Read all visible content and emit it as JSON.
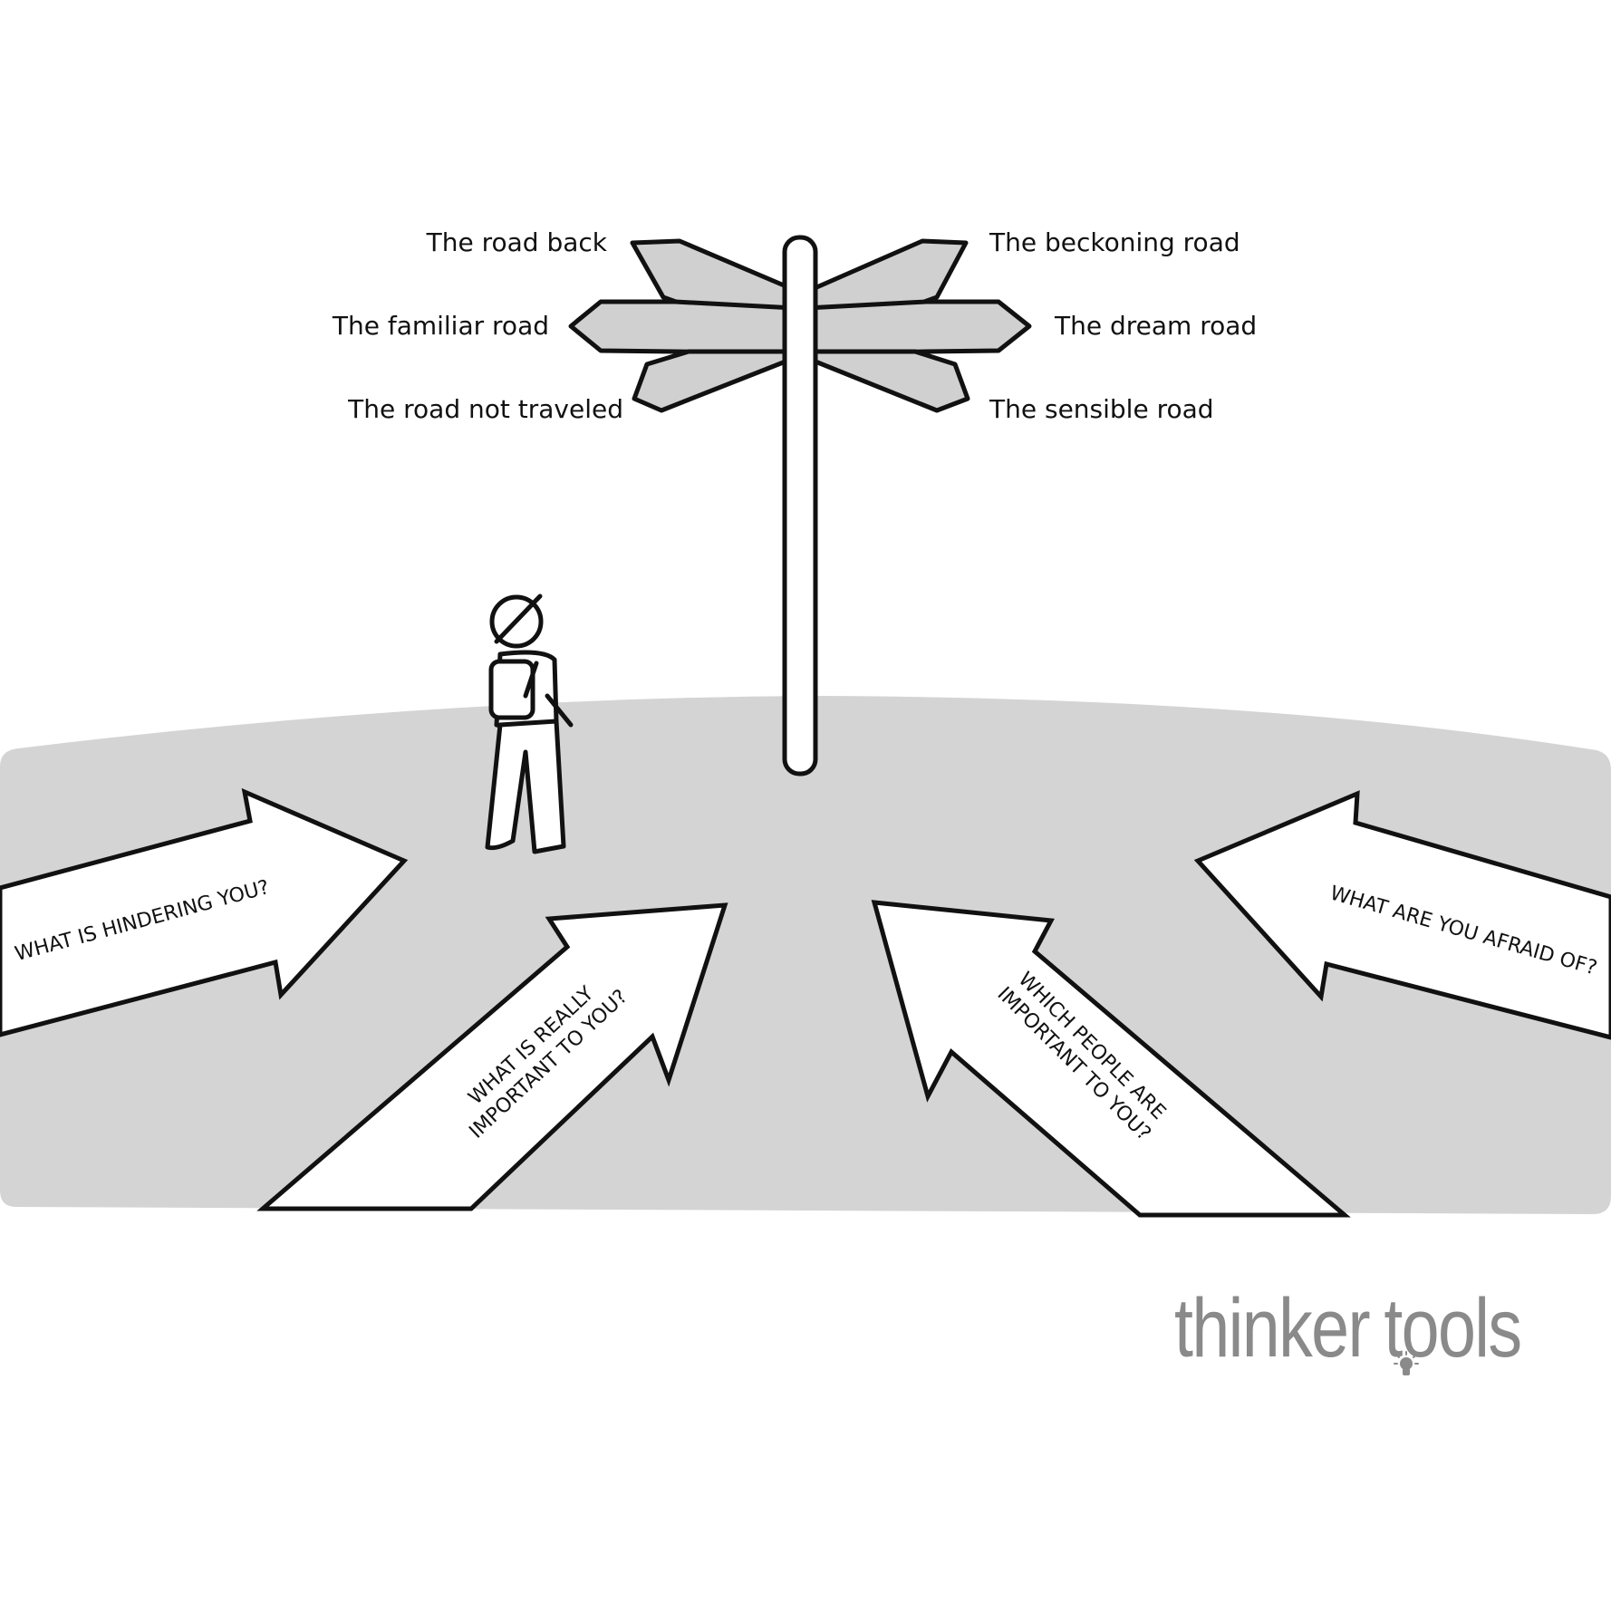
{
  "colors": {
    "ground": "#d4d4d4",
    "sign_fill": "#d0d0d0",
    "outline": "#111111",
    "arrow_fill": "#ffffff",
    "logo": "#8a8a8a"
  },
  "signs": {
    "road_back": "The road back",
    "familiar_road": "The familiar road",
    "road_not_traveled": "The road not traveled",
    "beckoning_road": "The beckoning road",
    "dream_road": "The dream road",
    "sensible_road": "The sensible road"
  },
  "arrows": {
    "hindering": "WHAT IS HINDERING YOU?",
    "important_line1": "WHAT IS REALLY",
    "important_line2": "IMPORTANT TO YOU?",
    "people_line1": "WHICH PEOPLE ARE",
    "people_line2": "IMPORTANT TO YOU?",
    "afraid": "WHAT ARE YOU AFRAID OF?"
  },
  "logo": {
    "word1": "thinker",
    "word2": "tools",
    "icon": "lightbulb-icon"
  },
  "icons": [
    "signpost-icon",
    "hiker-figure-icon",
    "lightbulb-icon"
  ]
}
